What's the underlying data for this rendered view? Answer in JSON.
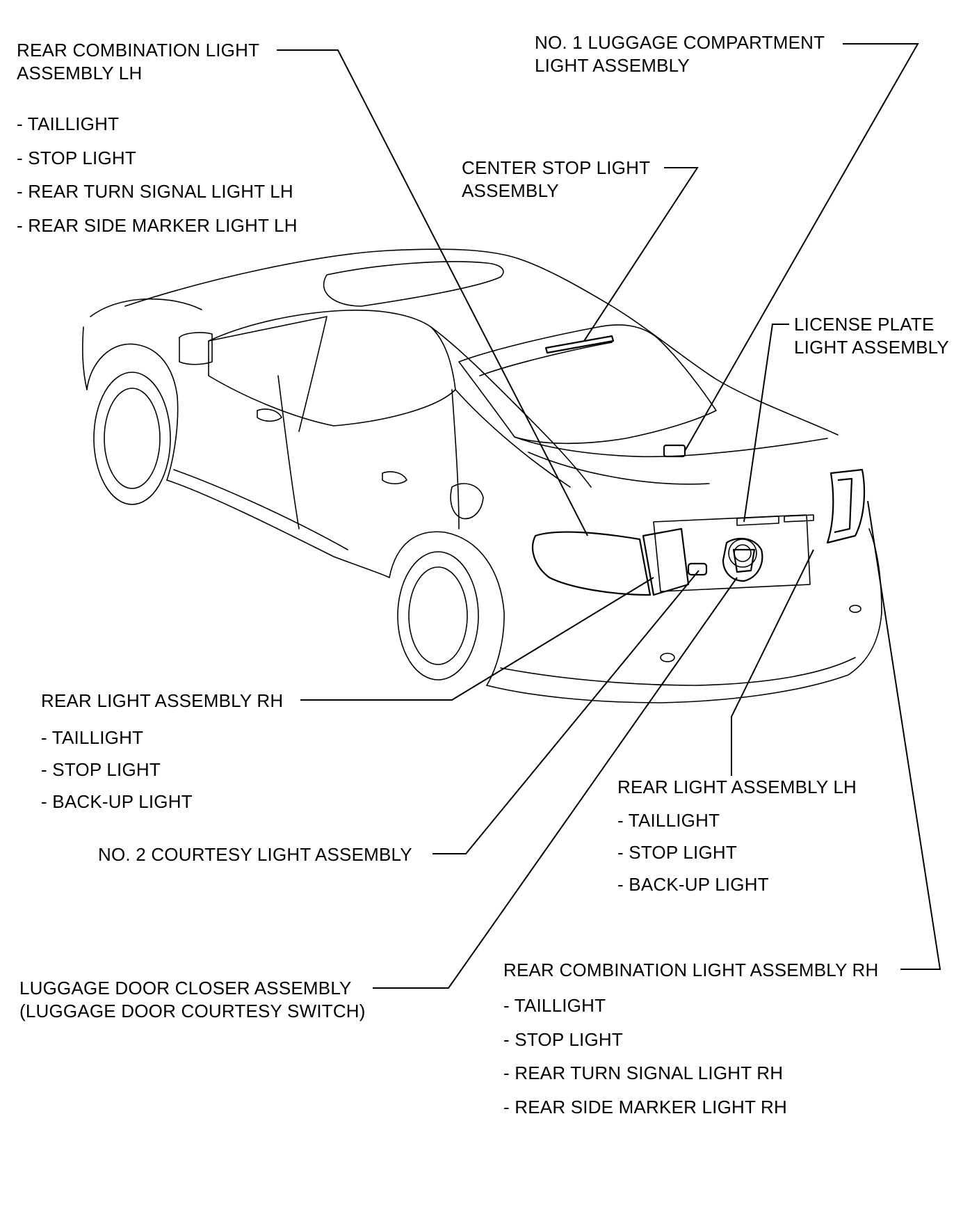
{
  "callouts": {
    "rear_combination_lh": {
      "title": [
        "REAR COMBINATION LIGHT",
        "ASSEMBLY LH"
      ],
      "items": [
        "- TAILLIGHT",
        "- STOP LIGHT",
        "- REAR TURN SIGNAL LIGHT LH",
        "- REAR SIDE MARKER LIGHT LH"
      ]
    },
    "luggage_compartment_light": {
      "title": [
        "NO. 1 LUGGAGE COMPARTMENT",
        "LIGHT ASSEMBLY"
      ]
    },
    "center_stop_light": {
      "title": [
        "CENTER STOP LIGHT",
        "ASSEMBLY"
      ]
    },
    "license_plate_light": {
      "title": [
        "LICENSE PLATE",
        "LIGHT ASSEMBLY"
      ]
    },
    "rear_light_rh": {
      "title": "REAR LIGHT ASSEMBLY RH",
      "items": [
        "- TAILLIGHT",
        "- STOP LIGHT",
        "- BACK-UP LIGHT"
      ]
    },
    "rear_light_lh": {
      "title": "REAR LIGHT ASSEMBLY LH",
      "items": [
        "- TAILLIGHT",
        "- STOP LIGHT",
        "- BACK-UP LIGHT"
      ]
    },
    "courtesy_light_2": {
      "title": "NO. 2 COURTESY LIGHT ASSEMBLY"
    },
    "luggage_door_closer": {
      "title": [
        "LUGGAGE DOOR CLOSER ASSEMBLY",
        "(LUGGAGE DOOR COURTESY SWITCH)"
      ]
    },
    "rear_combination_rh": {
      "title": "REAR COMBINATION LIGHT ASSEMBLY RH",
      "items": [
        "- TAILLIGHT",
        "- STOP LIGHT",
        "- REAR TURN SIGNAL LIGHT RH",
        "- REAR SIDE MARKER LIGHT RH"
      ]
    }
  }
}
